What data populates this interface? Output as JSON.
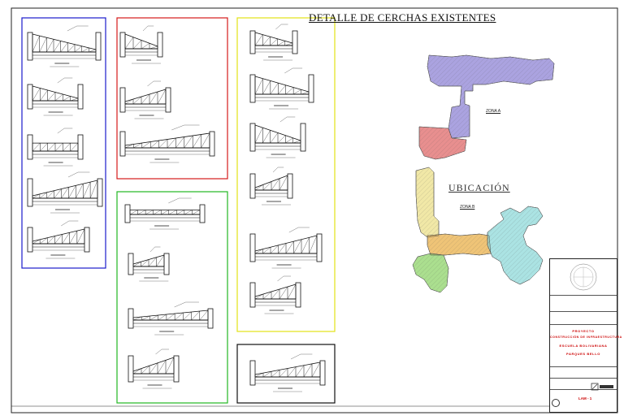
{
  "sheet": {
    "title": "DETALLE DE CERCHAS EXISTENTES",
    "location_title": "UBICACIÓN",
    "zone_labels": [
      "ZONA A",
      "ZONA B"
    ]
  },
  "groups": [
    {
      "id": "blue",
      "color": "#1a1acc",
      "truss_count": 5
    },
    {
      "id": "red",
      "color": "#d61a1a",
      "truss_count": 3
    },
    {
      "id": "green",
      "color": "#22b822",
      "truss_count": 4
    },
    {
      "id": "yellow",
      "color": "#e3e316",
      "truss_count": 6
    },
    {
      "id": "black",
      "color": "#111111",
      "truss_count": 1
    }
  ],
  "plan_zone_colors": {
    "purple": "#8f84d6",
    "red": "#e06a6a",
    "yellow": "#ece08a",
    "orange": "#e9b04a",
    "green": "#8fd46a",
    "cyan": "#8fd9d9"
  },
  "title_block": {
    "project_label": "PROYECTO",
    "project_line_1": "CONSTRUCCIÓN DE INFRAESTRUCTURA",
    "project_line_2": "ESCUELA BOLIVARIANA",
    "project_line_3": "PARQUES BELLO",
    "sheet_code": "LAM - 1"
  }
}
